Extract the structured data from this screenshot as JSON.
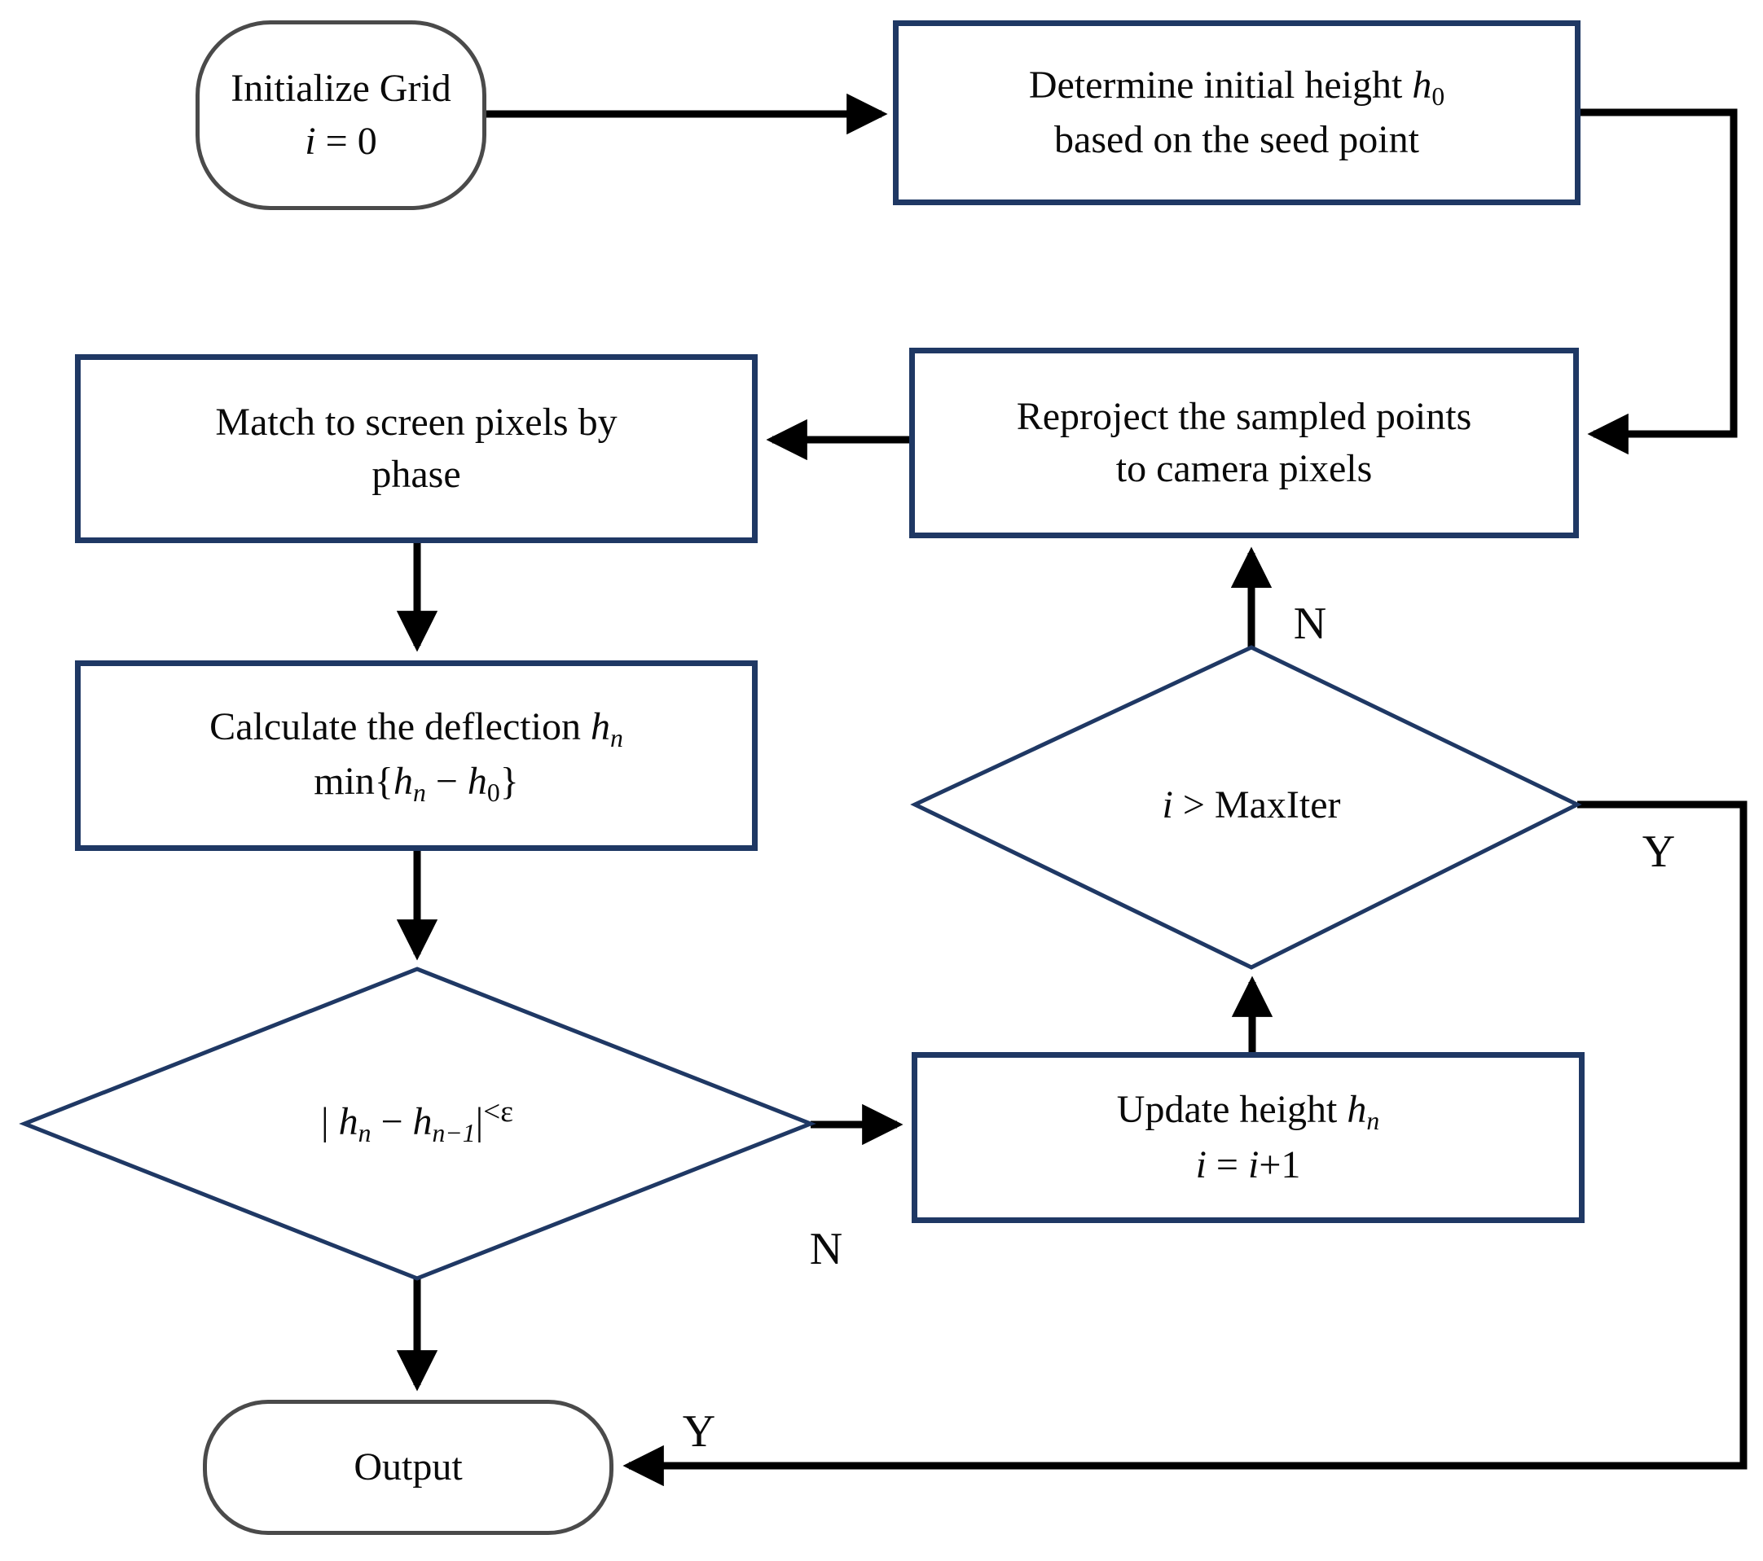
{
  "diagram": {
    "nodes": {
      "start": {
        "lines": [
          [
            {
              "t": "Initialize Grid"
            }
          ],
          [
            {
              "t": "i",
              "i": 1
            },
            {
              "t": " = 0"
            }
          ]
        ]
      },
      "determine": {
        "lines": [
          [
            {
              "t": "Determine initial height "
            },
            {
              "t": "h",
              "i": 1
            },
            {
              "t": "0",
              "sub": 1
            }
          ],
          [
            {
              "t": "based on the seed point"
            }
          ]
        ]
      },
      "match": {
        "lines": [
          [
            {
              "t": "Match to screen pixels by"
            }
          ],
          [
            {
              "t": "phase"
            }
          ]
        ]
      },
      "reproject": {
        "lines": [
          [
            {
              "t": "Reproject the sampled points"
            }
          ],
          [
            {
              "t": "to camera pixels"
            }
          ]
        ]
      },
      "calculate": {
        "lines": [
          [
            {
              "t": "Calculate the deflection "
            },
            {
              "t": "h",
              "i": 1
            },
            {
              "t": "n",
              "i": 1,
              "sub": 1
            }
          ],
          [
            {
              "t": "min{"
            },
            {
              "t": "h",
              "i": 1
            },
            {
              "t": "n",
              "i": 1,
              "sub": 1
            },
            {
              "t": " − "
            },
            {
              "t": "h",
              "i": 1
            },
            {
              "t": "0",
              "sub": 1
            },
            {
              "t": "}"
            }
          ]
        ]
      },
      "convergence": {
        "lines": [
          [
            {
              "t": "| "
            },
            {
              "t": "h",
              "i": 1
            },
            {
              "t": "n",
              "i": 1,
              "sub": 1
            },
            {
              "t": " − "
            },
            {
              "t": "h",
              "i": 1
            },
            {
              "t": "n−1",
              "i": 1,
              "sub": 1
            },
            {
              "t": "|"
            },
            {
              "t": "<ε",
              "raise": 1
            }
          ]
        ]
      },
      "maxiter": {
        "lines": [
          [
            {
              "t": "i",
              "i": 1
            },
            {
              "t": " > MaxIter"
            }
          ]
        ]
      },
      "update": {
        "lines": [
          [
            {
              "t": "Update height "
            },
            {
              "t": "h",
              "i": 1
            },
            {
              "t": "n",
              "i": 1,
              "sub": 1
            }
          ],
          [
            {
              "t": "i",
              "i": 1
            },
            {
              "t": " = "
            },
            {
              "t": "i",
              "i": 1
            },
            {
              "t": "+1"
            }
          ]
        ]
      },
      "output": {
        "lines": [
          [
            {
              "t": "Output"
            }
          ]
        ]
      }
    },
    "edge_labels": {
      "maxiter_no": "N",
      "maxiter_yes": "Y",
      "convergence_no": "N",
      "output_yes": "Y"
    },
    "colors": {
      "background": "#ffffff",
      "process_border": "#1f3864",
      "terminal_border": "#4a4a4a",
      "arrow": "#000000",
      "text": "#0a0a0a"
    }
  }
}
